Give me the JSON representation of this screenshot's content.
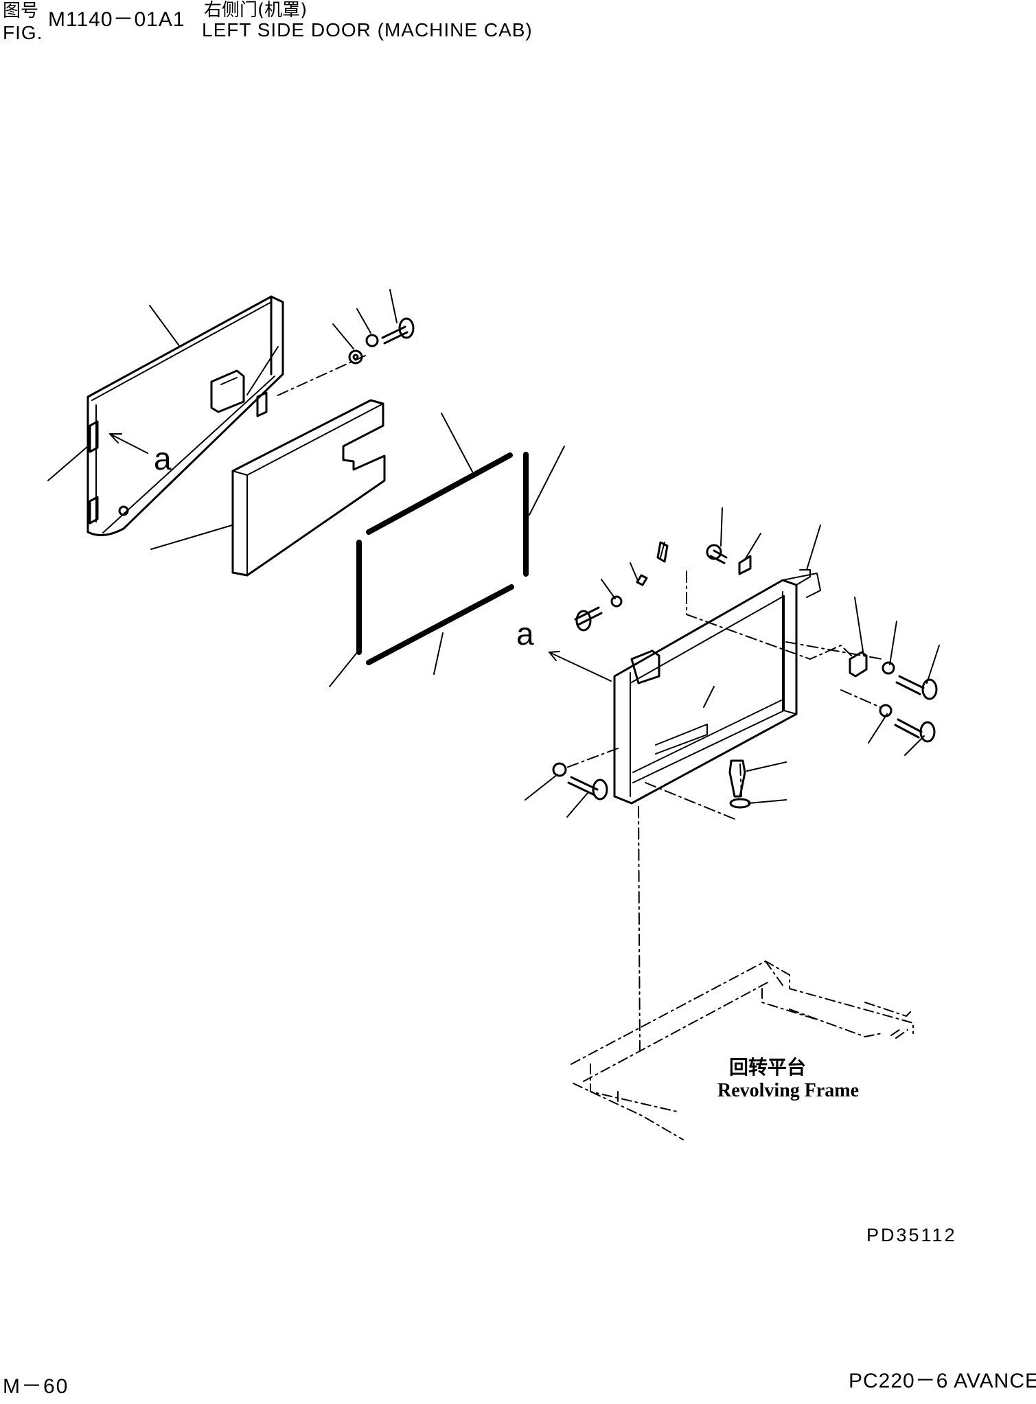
{
  "header": {
    "cn_fig_label": "图号",
    "fig_label": "FIG.",
    "fig_number": "M1140－01A1",
    "cn_title": "右侧门(机罩)",
    "title": "LEFT SIDE DOOR (MACHINE CAB)"
  },
  "diagram": {
    "callout_a_left": "a",
    "callout_a_right": "a",
    "frame_label_cn": "回转平台",
    "frame_label_en": "Revolving Frame"
  },
  "footer": {
    "drawing_code": "PD35112",
    "page_number": "M－60",
    "model": "PC220－6 AVANCE"
  }
}
